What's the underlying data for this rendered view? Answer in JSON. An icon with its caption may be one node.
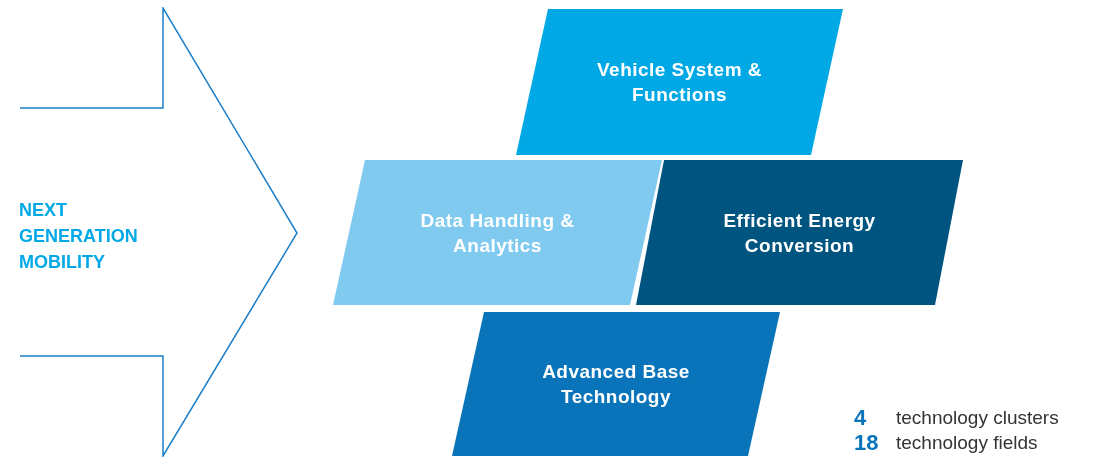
{
  "diagram": {
    "nodes": [
      {
        "text": [
          "NEXT GENERATION MOBILITY"
        ]
      },
      {
        "text": [
          "Vehicle System & Functions"
        ]
      },
      {
        "text": [
          "Data Handling & Analytics"
        ]
      },
      {
        "text": [
          "Efficient Energy Conversion"
        ]
      },
      {
        "text": [
          "Advanced Base Technology"
        ]
      }
    ],
    "labels": [
      "4",
      "technology clusters",
      "18",
      "technology fields"
    ]
  }
}
